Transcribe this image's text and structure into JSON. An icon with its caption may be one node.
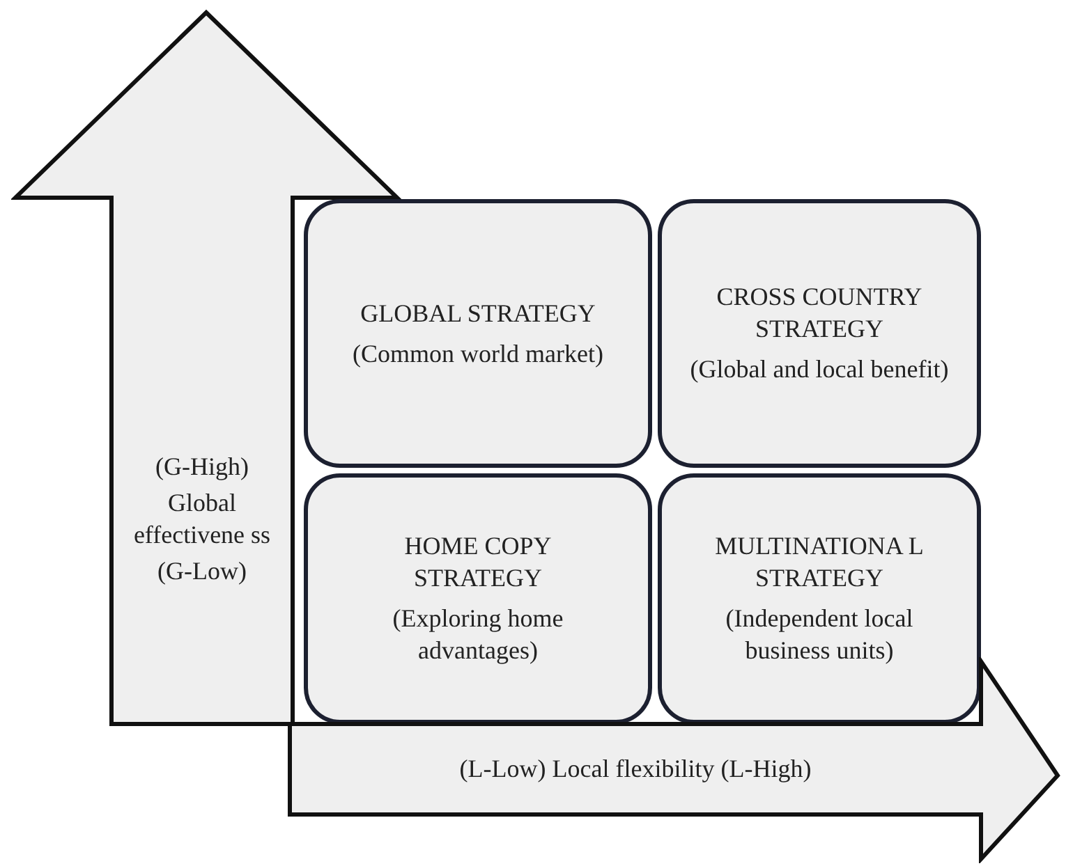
{
  "diagram": {
    "nodes": [
      {
        "text": [
          "(G-High)",
          "Global effectivene ss",
          "(G-Low)"
        ]
      },
      {
        "text": [
          "GLOBAL STRATEGY",
          "(Common world market)"
        ]
      },
      {
        "text": [
          "CROSS COUNTRY STRATEGY",
          "(Global and local benefit)"
        ]
      },
      {
        "text": [
          "HOME COPY STRATEGY",
          "(Exploring home advantages)"
        ]
      },
      {
        "text": [
          "MULTINATIONA L STRATEGY",
          "(Independent local business units)"
        ]
      },
      {
        "text": [
          "(L-Low) Local flexibility (L-High)"
        ]
      }
    ]
  }
}
